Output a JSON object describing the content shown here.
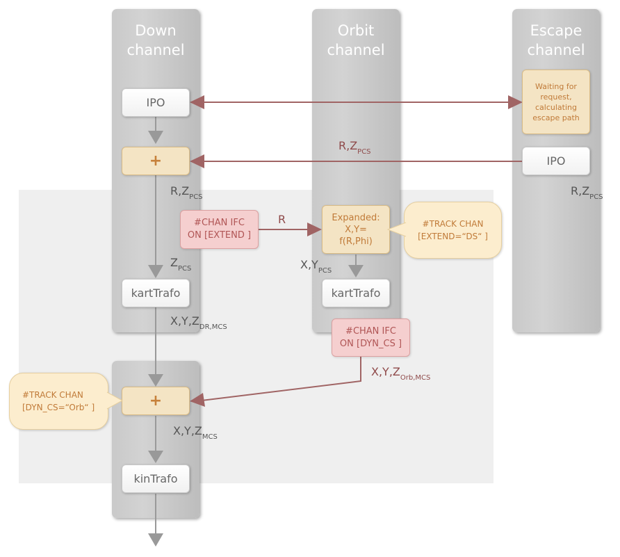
{
  "columns": {
    "down": {
      "title_line1": "Down",
      "title_line2": "channel"
    },
    "orbit": {
      "title_line1": "Orbit",
      "title_line2": "channel"
    },
    "escape": {
      "title_line1": "Escape",
      "title_line2": "channel"
    }
  },
  "boxes": {
    "down_ipo": "IPO",
    "down_plus": "+",
    "down_kart": "kartTrafo",
    "down_plus2": "+",
    "down_kin": "kinTrafo",
    "orbit_expanded_l1": "Expanded:",
    "orbit_expanded_l2": "X,Y=",
    "orbit_expanded_l3": "f(R,Phi)",
    "orbit_kart": "kartTrafo",
    "escape_wait_l1": "Waiting for",
    "escape_wait_l2": "request,",
    "escape_wait_l3": "calculating",
    "escape_wait_l4": "escape path",
    "escape_ipo": "IPO"
  },
  "commands": {
    "chan_ifc_extend_l1": "#CHAN IFC",
    "chan_ifc_extend_l2": "ON [EXTEND ]",
    "chan_ifc_dyncs_l1": "#CHAN IFC",
    "chan_ifc_dyncs_l2": "ON [DYN_CS ]",
    "track_extend_l1": "#TRACK CHAN",
    "track_extend_l2": "[EXTEND=“DS“ ]",
    "track_dyncs_l1": "#TRACK CHAN",
    "track_dyncs_l2": "[DYN_CS=“Orb“ ]"
  },
  "labels": {
    "rz_escape_mid": {
      "main": "R,Z",
      "sub": "PCS"
    },
    "rz_down": {
      "main": "R,Z",
      "sub": "PCS"
    },
    "rz_escape_right": {
      "main": "R,Z",
      "sub": "PCS"
    },
    "r_arrow": {
      "main": "R"
    },
    "z_down": {
      "main": "Z",
      "sub": "PCS"
    },
    "xy_orbit": {
      "main": "X,Y",
      "sub": "PCS"
    },
    "xyz_down": {
      "main": "X,Y,Z",
      "sub": "DR,MCS"
    },
    "xyz_orbit": {
      "main": "X,Y,Z",
      "sub": "Orb,MCS"
    },
    "xyz_mcs": {
      "main": "X,Y,Z",
      "sub": "MCS"
    }
  },
  "colors": {
    "region": "#efefef",
    "arrow_gray": "#999999",
    "arrow_red": "#a06464",
    "box_tan": "#f4e4c4",
    "box_pink": "#f5cfcf",
    "box_cream": "#fcedce",
    "text_orange": "#c07a38",
    "text_red": "#b05555"
  }
}
